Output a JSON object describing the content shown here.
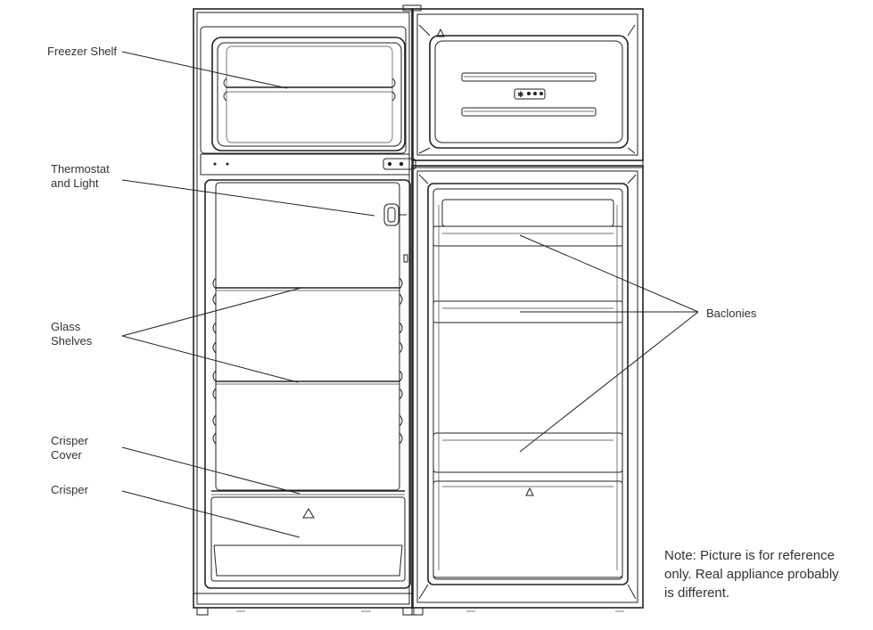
{
  "labels": {
    "freezer_shelf": "Freezer Shelf",
    "thermostat_light": "Thermostat\nand Light",
    "glass_shelves": "Glass\nShelves",
    "crisper_cover": "Crisper\nCover",
    "crisper": "Crisper",
    "balconies": "Baclonies"
  },
  "note": "Note: Picture is for reference\nonly. Real appliance probably\nis different.",
  "colors": {
    "line": "#222222",
    "text": "#333333",
    "background": "#ffffff"
  }
}
